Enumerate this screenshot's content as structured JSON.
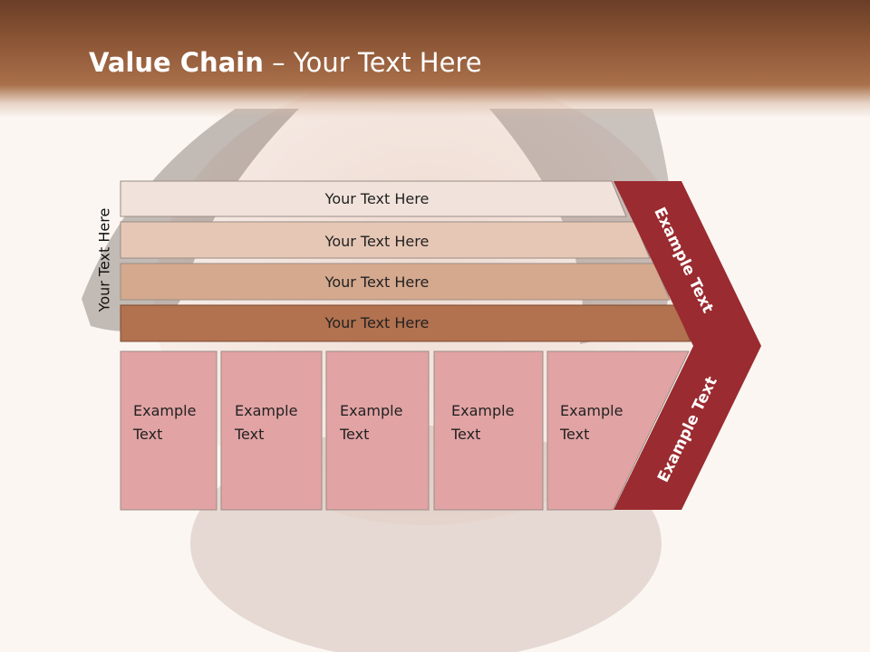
{
  "title": {
    "bold": "Value Chain",
    "rest": " – Your Text Here"
  },
  "side_label": "Your Text Here",
  "rows": [
    {
      "label": "Your Text Here",
      "fill": "#f1e3db"
    },
    {
      "label": "Your Text Here",
      "fill": "#e6c7b5"
    },
    {
      "label": "Your Text Here",
      "fill": "#d5a98e"
    },
    {
      "label": "Your Text Here",
      "fill": "#b2714f"
    }
  ],
  "boxes": [
    {
      "line1": "Example",
      "line2": "Text"
    },
    {
      "line1": "Example",
      "line2": "Text"
    },
    {
      "line1": "Example",
      "line2": "Text"
    },
    {
      "line1": "Example",
      "line2": "Text"
    },
    {
      "line1": "Example",
      "line2": "Text"
    }
  ],
  "chevron": {
    "top_label": "Example Text",
    "bottom_label": "Example Text"
  },
  "colors": {
    "box_fill": "#e2a3a4",
    "chevron_fill": "#9a2b30",
    "header": "#8c5535"
  }
}
